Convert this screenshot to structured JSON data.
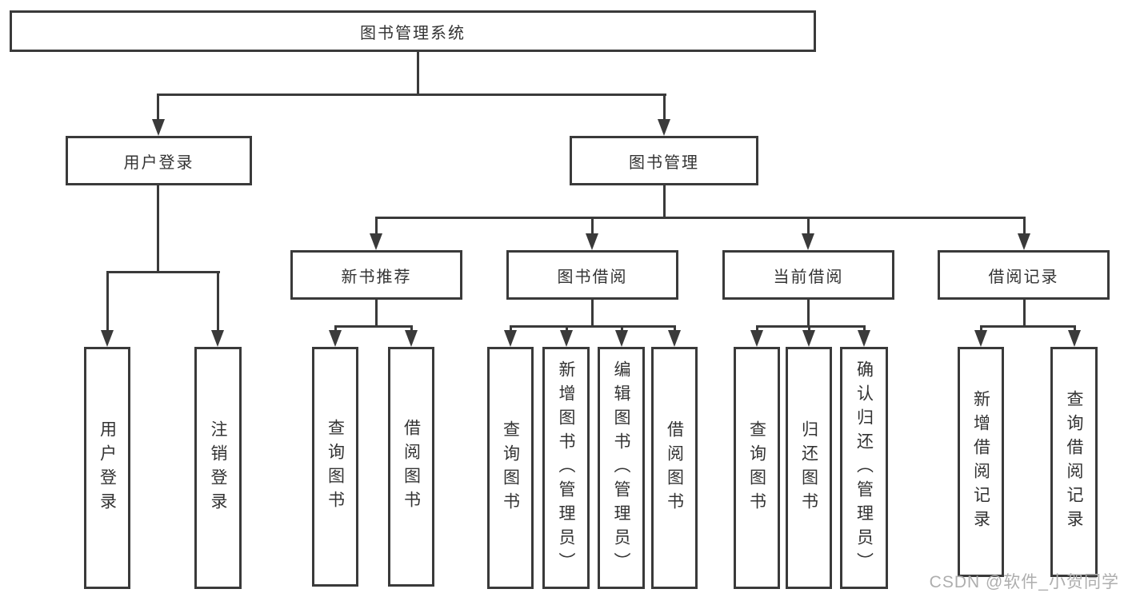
{
  "diagram": {
    "title": "图书管理系统",
    "type": "hierarchy-tree",
    "colors": {
      "line": "#3a3a3a",
      "text": "#333333",
      "background": "#ffffff",
      "watermark": "#aeaeae"
    },
    "nodes": {
      "root": {
        "label": "图书管理系统"
      },
      "login": {
        "label": "用户登录"
      },
      "mgmt": {
        "label": "图书管理"
      },
      "rec": {
        "label": "新书推荐"
      },
      "borrow": {
        "label": "图书借阅"
      },
      "current": {
        "label": "当前借阅"
      },
      "records": {
        "label": "借阅记录"
      },
      "leaf_user_login": {
        "label": "用户登录"
      },
      "leaf_logout": {
        "label": "注销登录"
      },
      "leaf_rec_query": {
        "label": "查询图书"
      },
      "leaf_rec_borrow": {
        "label": "借阅图书"
      },
      "leaf_bb_query": {
        "label": "查询图书"
      },
      "leaf_bb_add": {
        "label": "新增图书（管理员）"
      },
      "leaf_bb_edit": {
        "label": "编辑图书（管理员）"
      },
      "leaf_bb_borrow": {
        "label": "借阅图书"
      },
      "leaf_cb_query": {
        "label": "查询图书"
      },
      "leaf_cb_return": {
        "label": "归还图书"
      },
      "leaf_cb_confirm": {
        "label": "确认归还（管理员）"
      },
      "leaf_br_add": {
        "label": "新增借阅记录"
      },
      "leaf_br_query": {
        "label": "查询借阅记录"
      }
    },
    "hierarchy": {
      "图书管理系统": {
        "用户登录": [
          "用户登录",
          "注销登录"
        ],
        "图书管理": {
          "新书推荐": [
            "查询图书",
            "借阅图书"
          ],
          "图书借阅": [
            "查询图书",
            "新增图书（管理员）",
            "编辑图书（管理员）",
            "借阅图书"
          ],
          "当前借阅": [
            "查询图书",
            "归还图书",
            "确认归还（管理员）"
          ],
          "借阅记录": [
            "新增借阅记录",
            "查询借阅记录"
          ]
        }
      }
    },
    "watermark": "CSDN @软件_小贺同学"
  }
}
